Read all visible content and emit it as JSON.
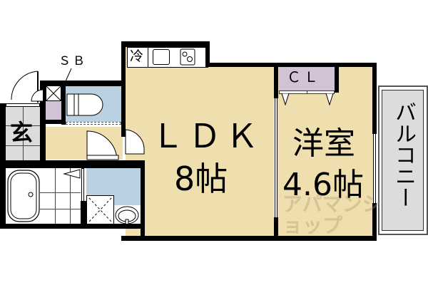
{
  "floorplan": {
    "colors": {
      "wall": "#000000",
      "floor_wood": "#efdfae",
      "wet_area": "#b9d1e0",
      "storage": "#d2c2d6",
      "entry_tile": "#dcdcdc",
      "balcony": "#dcdcdc",
      "background": "#ffffff"
    },
    "rooms": {
      "ldk": {
        "label": "ＬＤＫ",
        "size": "8帖"
      },
      "western_room": {
        "label": "洋室",
        "size": "4.6帖"
      },
      "closet": {
        "label": "ＣＬ"
      },
      "shoe_box": {
        "label": "ＳＢ"
      },
      "entrance": {
        "label": "玄"
      },
      "balcony": {
        "label": "バルコニー"
      },
      "refrigerator": {
        "label": "冷"
      }
    },
    "fixtures": {
      "toilet": "toilet-icon",
      "bathtub": "bathtub-icon",
      "washbasin": "washbasin-icon",
      "washer_pan": "washer-pan-icon",
      "sink": "kitchen-sink-icon",
      "stove": "stove-icon"
    },
    "watermark": {
      "text": "アパマンショップ"
    }
  }
}
